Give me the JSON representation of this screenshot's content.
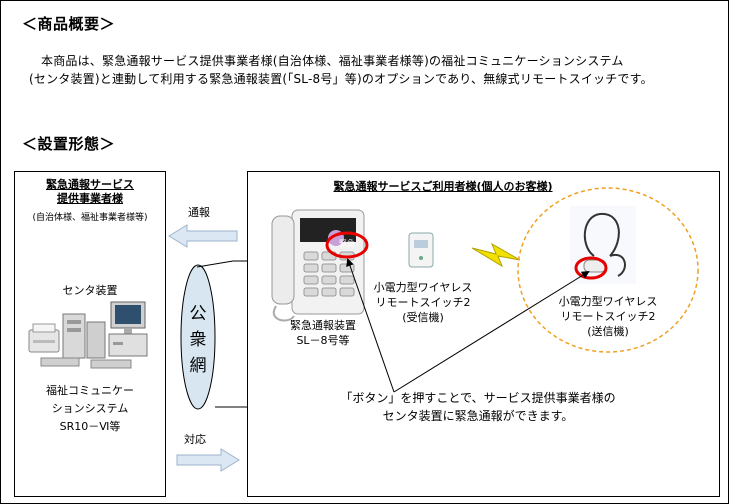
{
  "overview": {
    "heading": "＜商品概要＞",
    "line1": "本商品は、緊急通報サービス提供事業者様(自治体様、福祉事業者様等)の福祉コミュニケーションシステム",
    "line2": "(センタ装置)と連動して利用する緊急通報装置(「SL-8号」等)のオプションであり、無線式リモートスイッチです。"
  },
  "installation": {
    "heading": "＜設置形態＞"
  },
  "provider_box": {
    "title_line1": "緊急通報サービス",
    "title_line2": "提供事業者様",
    "subtitle": "(自治体様、福祉事業者様等)",
    "center_label": "センタ装置",
    "system_line1": "福祉コミュニケー",
    "system_line2": "ションシステム",
    "system_line3": "SR10－Ⅵ等"
  },
  "network": {
    "notify_label": "通報",
    "respond_label": "対応",
    "public_network_chars": [
      "公",
      "衆",
      "網"
    ]
  },
  "user_box": {
    "title": "緊急通報サービスご利用者様(個人のお客様)",
    "phone_button_label": "緊急",
    "device_line1": "緊急通報装置",
    "device_line2": "SL－8号等",
    "receiver_line1": "小電力型ワイヤレス",
    "receiver_line2": "リモートスイッチ2",
    "receiver_line3": "(受信機)",
    "transmitter_line1": "小電力型ワイヤレス",
    "transmitter_line2": "リモートスイッチ2",
    "transmitter_line3": "(送信機)",
    "callout_line1": "「ボタン」を押すことで、サービス提供事業者様の",
    "callout_line2": "センタ装置に緊急通報ができます。"
  },
  "colors": {
    "arrow_fill": "#dbe7f3",
    "arrow_stroke": "#9db3cc",
    "oval_fill": "#d7e6f0",
    "highlight_red": "#e60000",
    "lightning": "#f2e000",
    "dashed_orange": "#f0a020"
  },
  "icons": {
    "computer": "computer-system-icon",
    "phone": "emergency-phone-icon",
    "receiver": "receiver-unit-icon",
    "pendant": "pendant-transmitter-icon",
    "wireless": "lightning-icon"
  }
}
